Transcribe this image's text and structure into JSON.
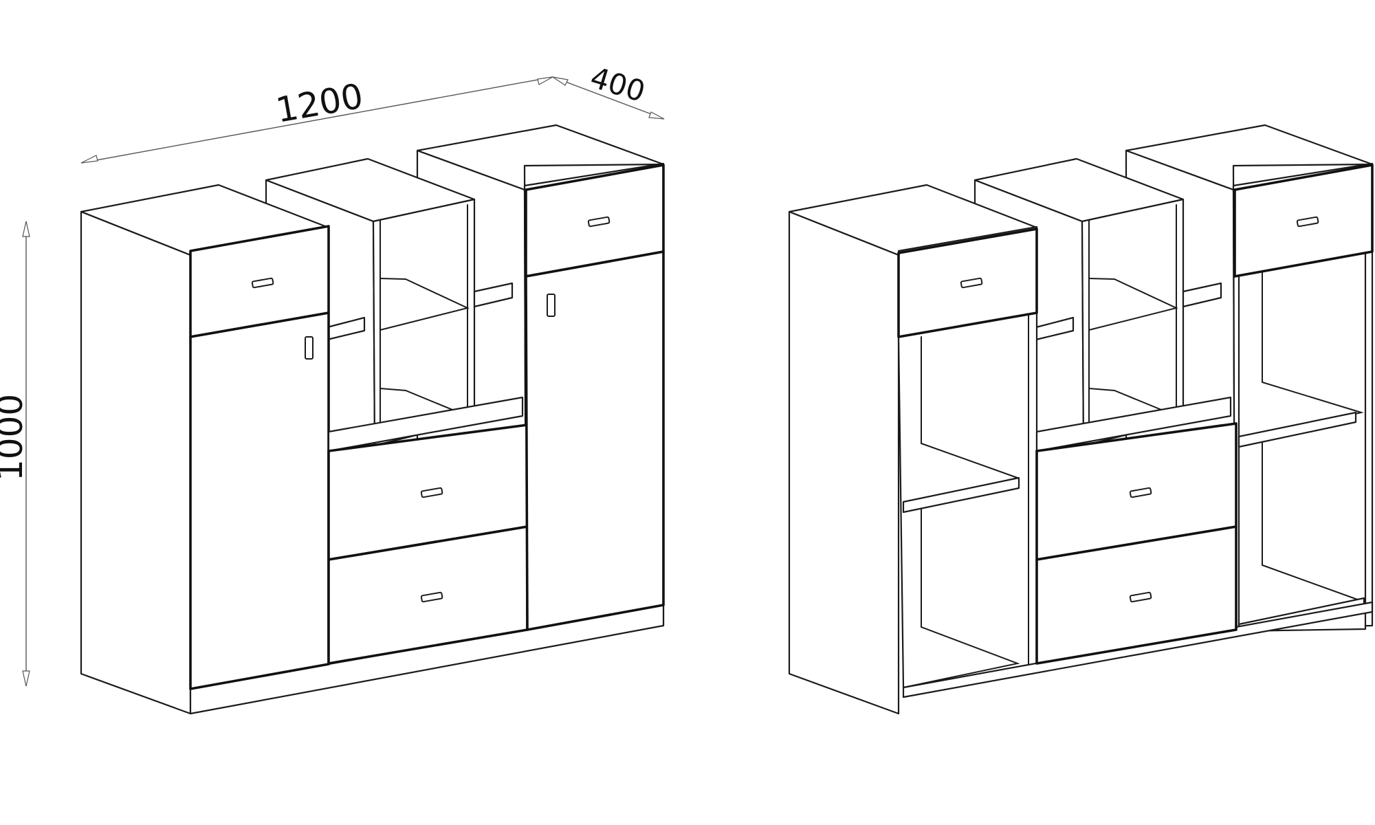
{
  "dimensions": {
    "width": "1200",
    "depth": "400",
    "height": "1000"
  },
  "views": [
    {
      "name": "closed"
    },
    {
      "name": "open"
    }
  ]
}
